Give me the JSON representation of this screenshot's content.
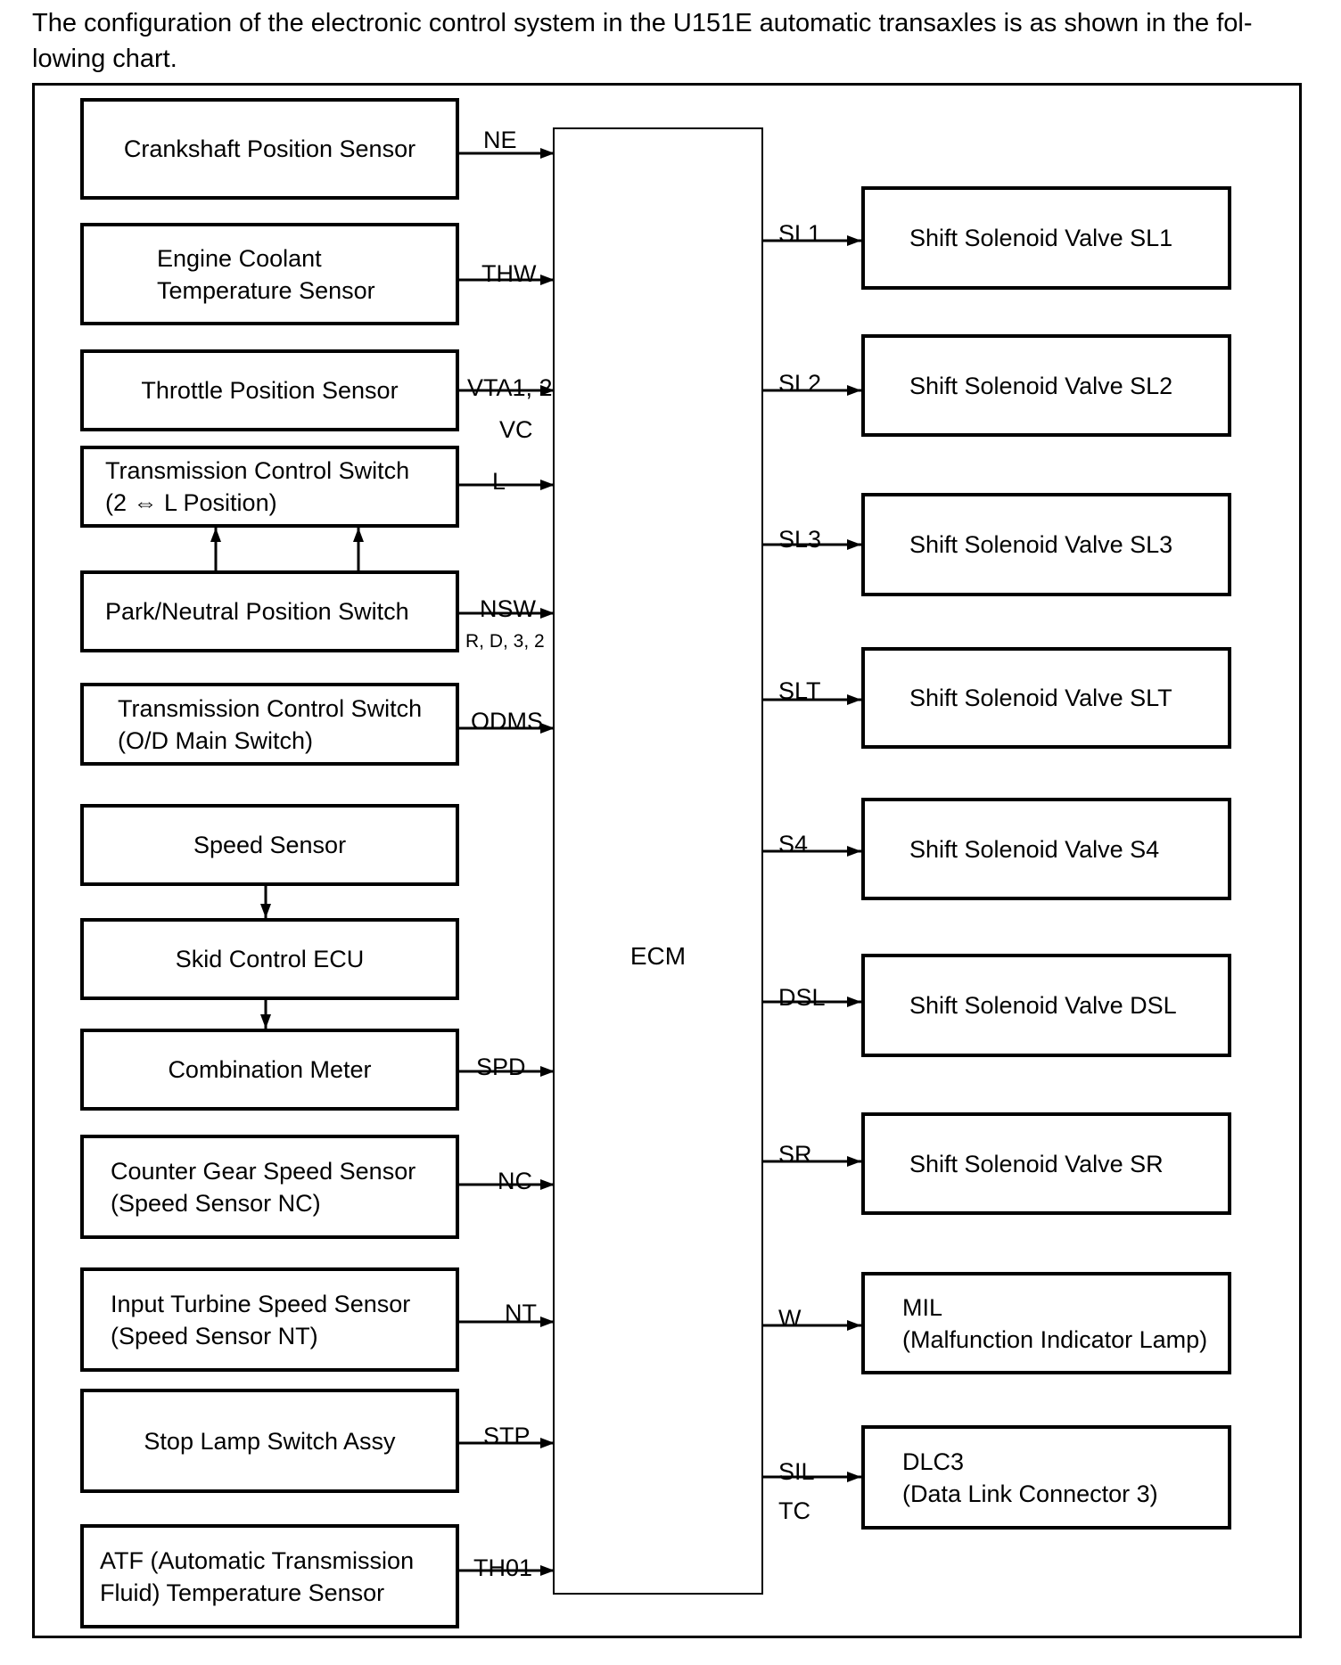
{
  "intro": "The configuration of the electronic control system in the U151E automatic transaxles is as shown in the fol-\nlowing chart.",
  "ecm_label": "ECM",
  "inputs": [
    {
      "lines": [
        "Crankshaft Position Sensor"
      ],
      "signal": "NE"
    },
    {
      "lines": [
        "Engine Coolant",
        "Temperature Sensor"
      ],
      "signal": "THW"
    },
    {
      "lines": [
        "Throttle Position Sensor"
      ],
      "signal": "VTA1, 2",
      "signal2": "VC"
    },
    {
      "lines": [
        "Transmission Control Switch",
        "(2 ⇔ L Position)"
      ],
      "signal": "L"
    },
    {
      "lines": [
        "Park/Neutral Position Switch"
      ],
      "signal": "NSW",
      "signal2": "R, D, 3, 2"
    },
    {
      "lines": [
        "Transmission Control Switch",
        "(O/D Main Switch)"
      ],
      "signal": "ODMS"
    },
    {
      "lines": [
        "Speed Sensor"
      ]
    },
    {
      "lines": [
        "Skid Control ECU"
      ]
    },
    {
      "lines": [
        "Combination Meter"
      ],
      "signal": "SPD"
    },
    {
      "lines": [
        "Counter Gear Speed Sensor",
        "(Speed Sensor NC)"
      ],
      "signal": "NC"
    },
    {
      "lines": [
        "Input Turbine Speed Sensor",
        "(Speed Sensor NT)"
      ],
      "signal": "NT"
    },
    {
      "lines": [
        "Stop Lamp Switch Assy"
      ],
      "signal": "STP"
    },
    {
      "lines": [
        "ATF (Automatic Transmission",
        "Fluid) Temperature Sensor"
      ],
      "signal": "TH01"
    }
  ],
  "outputs": [
    {
      "lines": [
        "Shift Solenoid Valve SL1"
      ],
      "signal": "SL1"
    },
    {
      "lines": [
        "Shift Solenoid Valve SL2"
      ],
      "signal": "SL2"
    },
    {
      "lines": [
        "Shift Solenoid Valve SL3"
      ],
      "signal": "SL3"
    },
    {
      "lines": [
        "Shift Solenoid Valve SLT"
      ],
      "signal": "SLT"
    },
    {
      "lines": [
        "Shift Solenoid Valve S4"
      ],
      "signal": "S4"
    },
    {
      "lines": [
        "Shift Solenoid Valve DSL"
      ],
      "signal": "DSL"
    },
    {
      "lines": [
        "Shift Solenoid Valve SR"
      ],
      "signal": "SR"
    },
    {
      "lines": [
        "MIL",
        "(Malfunction Indicator Lamp)"
      ],
      "signal": "W"
    },
    {
      "lines": [
        "DLC3",
        "(Data Link Connector 3)"
      ],
      "signal": "SIL",
      "signal2": "TC",
      "bidirectional": true
    }
  ]
}
